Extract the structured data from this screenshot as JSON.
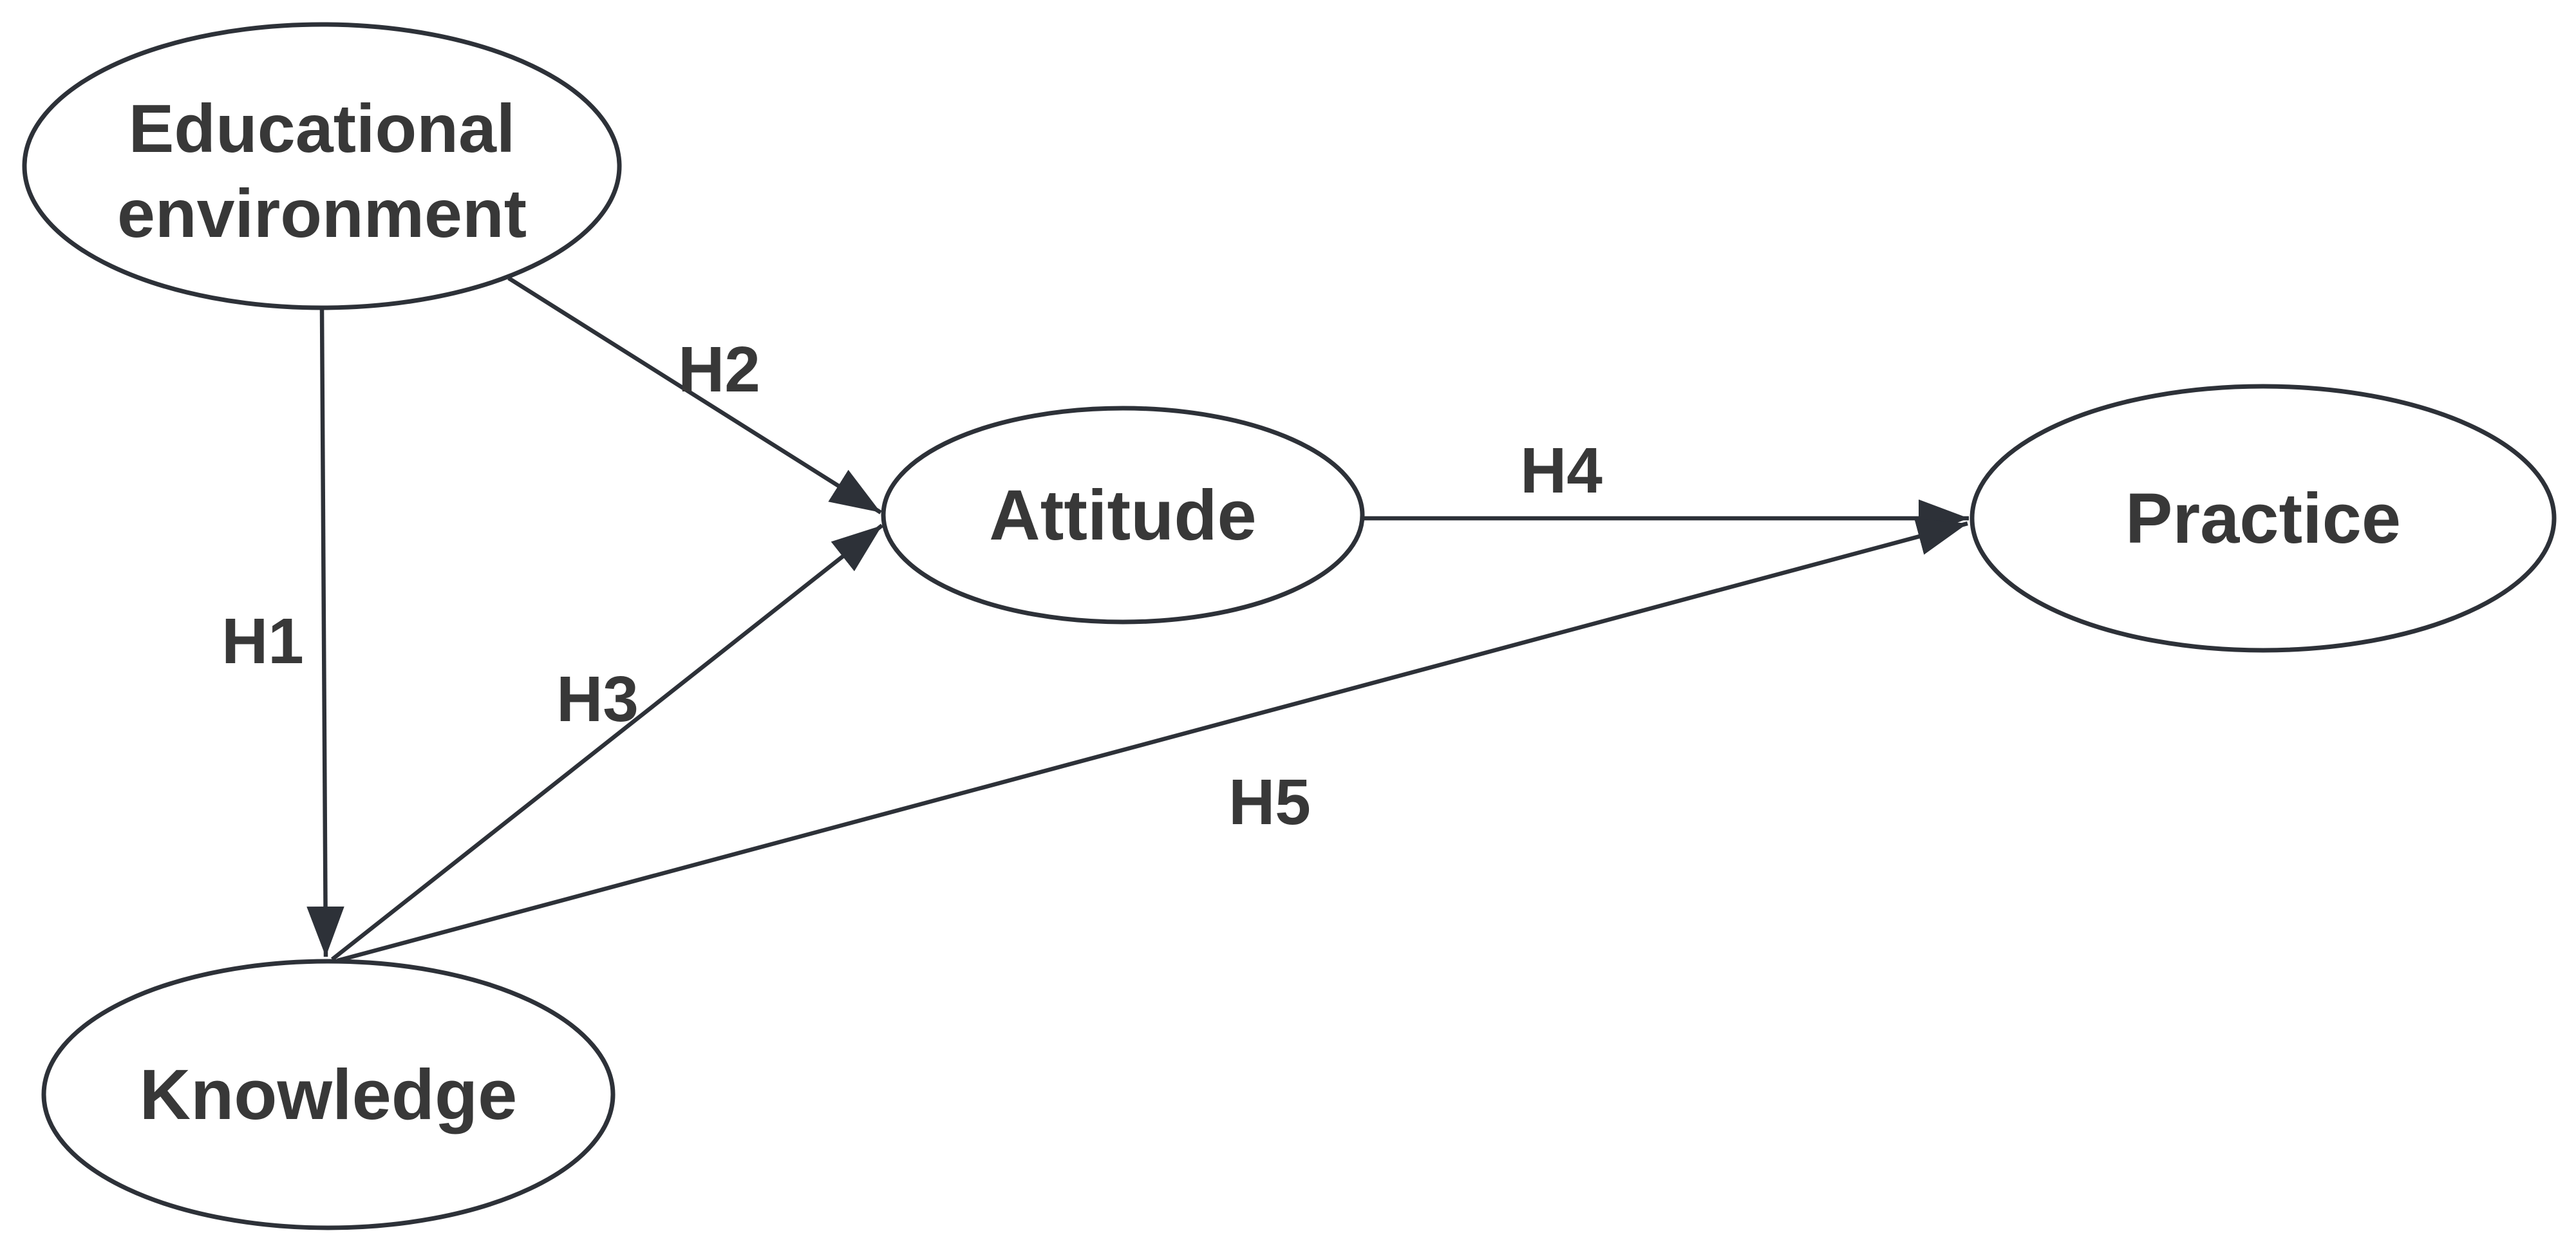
{
  "figure": {
    "type": "hypothesis-path-diagram"
  },
  "colors": {
    "background": "#ffffff",
    "ink": "#2d3138",
    "text": "#383838"
  },
  "nodes": [
    {
      "id": "educational-environment",
      "lines": [
        "Educational",
        "environment"
      ]
    },
    {
      "id": "attitude",
      "lines": [
        "Attitude"
      ]
    },
    {
      "id": "practice",
      "lines": [
        "Practice"
      ]
    },
    {
      "id": "knowledge",
      "lines": [
        "Knowledge"
      ]
    }
  ],
  "edges": [
    {
      "label": "H1",
      "from": "Educational environment",
      "to": "Knowledge"
    },
    {
      "label": "H2",
      "from": "Educational environment",
      "to": "Attitude"
    },
    {
      "label": "H3",
      "from": "Knowledge",
      "to": "Attitude"
    },
    {
      "label": "H4",
      "from": "Attitude",
      "to": "Practice"
    },
    {
      "label": "H5",
      "from": "Knowledge",
      "to": "Practice"
    }
  ]
}
